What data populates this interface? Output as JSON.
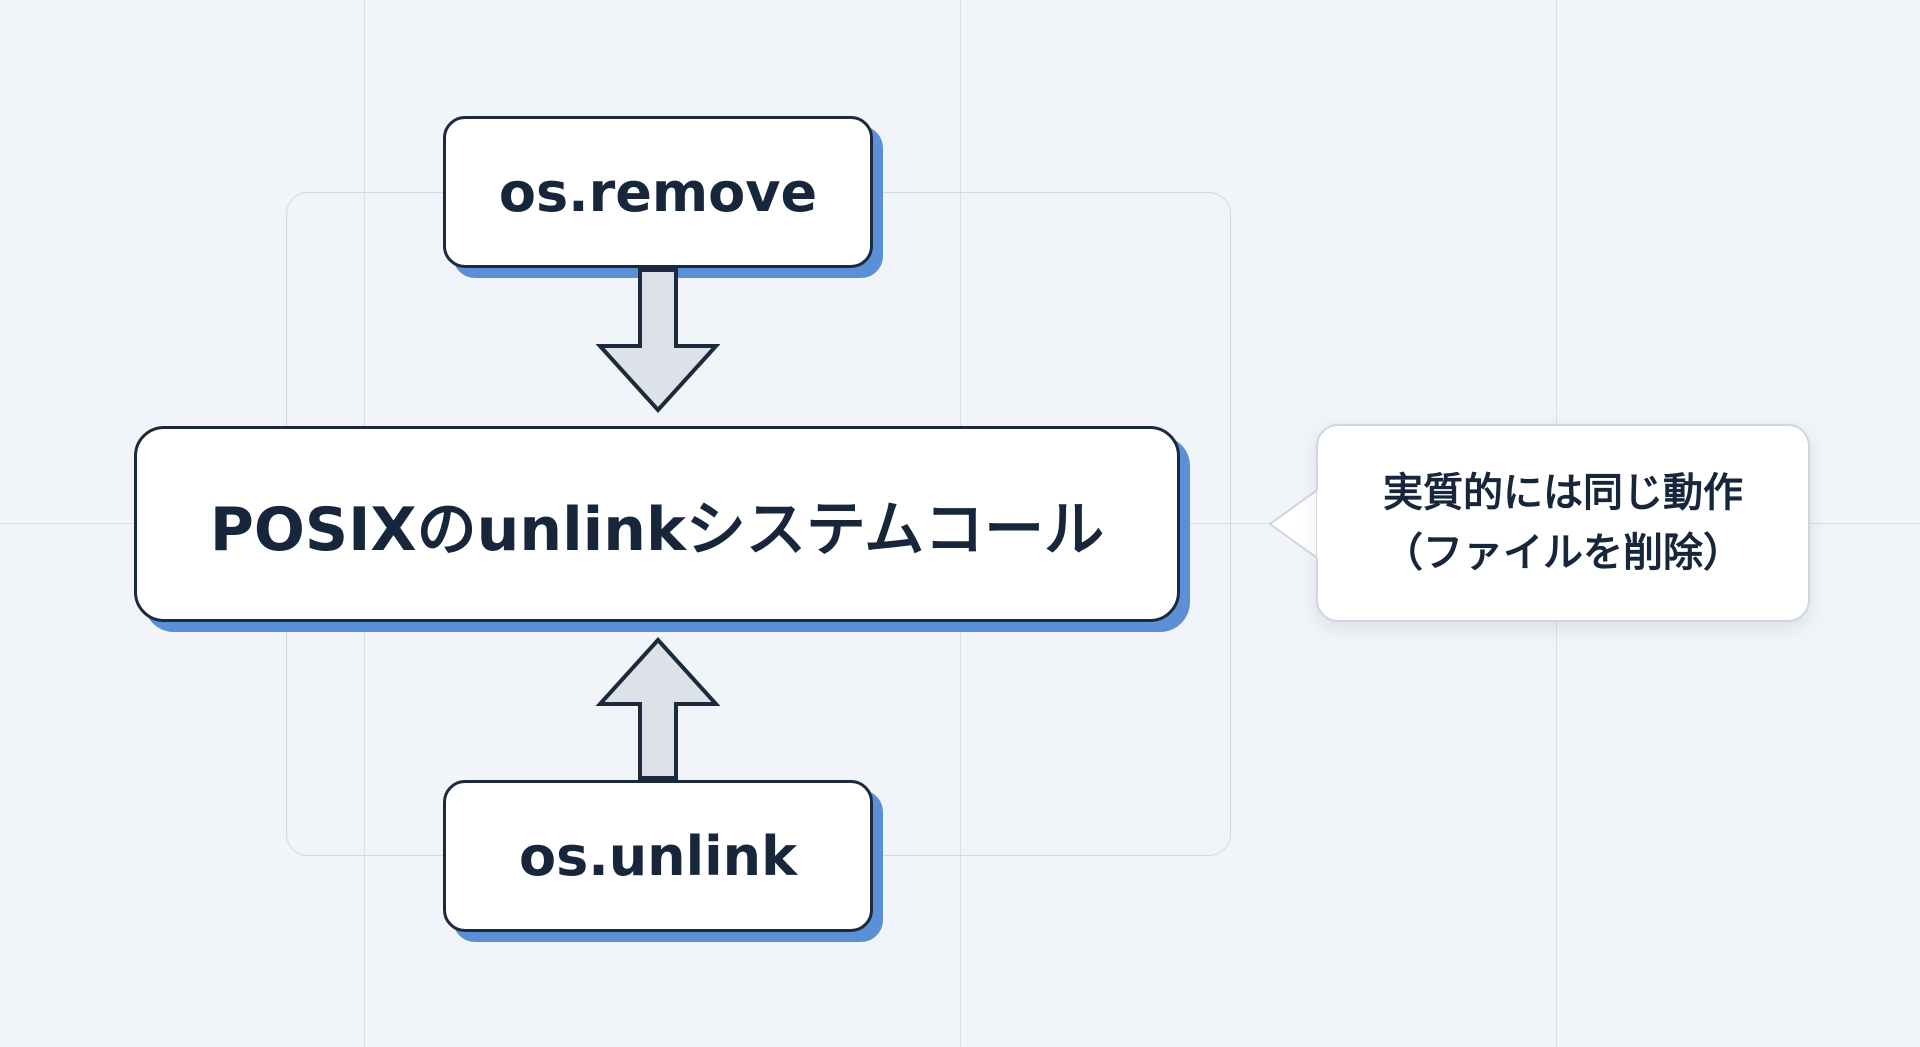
{
  "diagram": {
    "nodes": {
      "top": "os.remove",
      "center": "POSIXのunlinkシステムコール",
      "bottom": "os.unlink"
    },
    "callout": {
      "line1": "実質的には同じ動作",
      "line2": "（ファイルを削除）"
    }
  }
}
